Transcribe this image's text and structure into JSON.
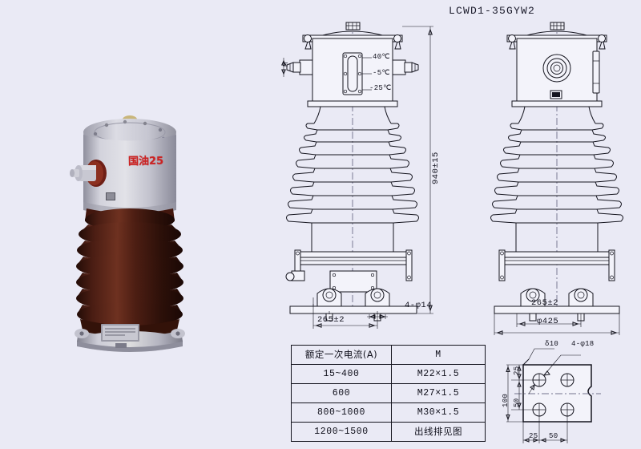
{
  "drawing": {
    "title": "LCWD1-35GYW2"
  },
  "photo": {
    "label_red": "国油25",
    "alt_name": "porcelain-insulator-current-transformer-photo"
  },
  "front_view": {
    "terminal_label": "M",
    "oil_gauge_marks": [
      "40℃",
      "-5℃",
      "-25℃"
    ],
    "height_dim": "940±15",
    "base_dim": "265±2",
    "hole_dim": "4-φ14"
  },
  "side_view": {
    "base_dim": "265±2",
    "flange_dim": "φ425"
  },
  "detail_view": {
    "thickness": "δ10",
    "holes": "4-φ18",
    "dim_v_top": "25",
    "dim_v_mid": "50",
    "dim_v_total": "100",
    "dim_h_left": "25",
    "dim_h_right": "50"
  },
  "table": {
    "headers": [
      "额定一次电流(A)",
      "M"
    ],
    "rows": [
      [
        "15~400",
        "M22×1.5"
      ],
      [
        "600",
        "M27×1.5"
      ],
      [
        "800~1000",
        "M30×1.5"
      ],
      [
        "1200~1500",
        "出线排见图"
      ]
    ]
  },
  "colors": {
    "background": "#eaeaf5",
    "line": "#15151f",
    "red_text": "#cc2222",
    "porcelain": "#4a2018",
    "metal": "#b9b9c4"
  }
}
